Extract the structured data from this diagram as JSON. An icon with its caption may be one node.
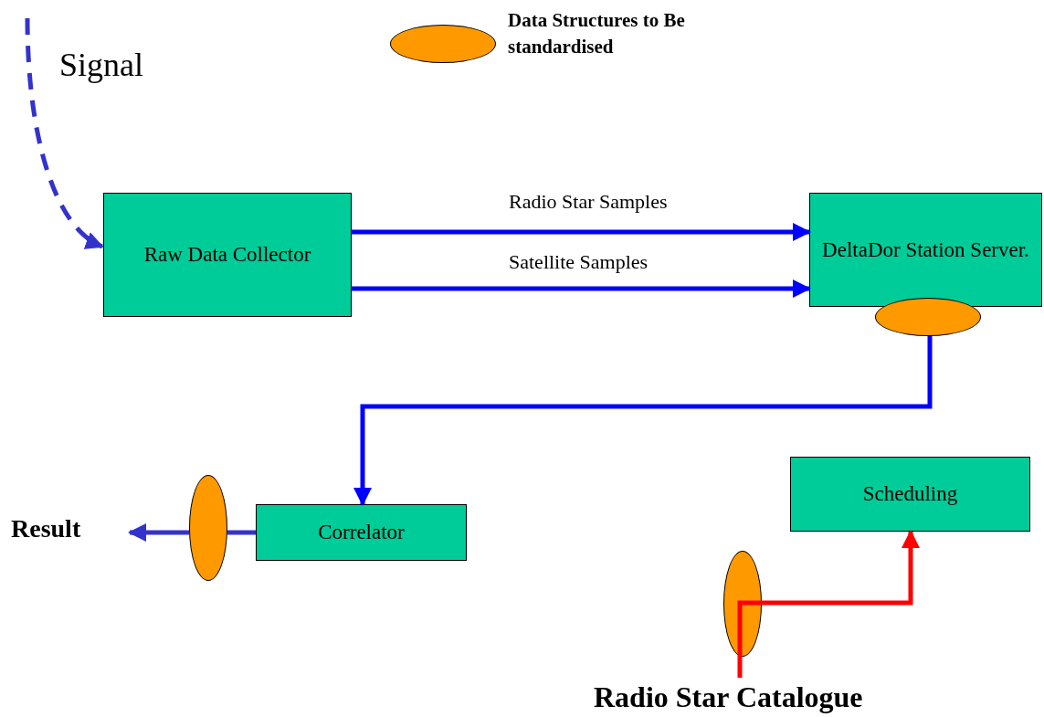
{
  "diagram": {
    "nodes": [
      {
        "text": [
          "Raw Data Collector"
        ]
      },
      {
        "text": [
          "DeltaDor Station Server."
        ]
      },
      {
        "text": [],
        "shape": "ellipse"
      },
      {
        "text": [
          "Correlator"
        ]
      },
      {
        "text": [],
        "shape": "ellipse"
      },
      {
        "text": [
          "Result"
        ]
      },
      {
        "text": [
          "Scheduling"
        ]
      },
      {
        "text": [],
        "shape": "ellipse"
      },
      {
        "text": [
          "Radio Star Catalogue"
        ]
      }
    ],
    "edges": [
      {
        "from": null,
        "to": 0,
        "arrow": "to",
        "style": "dashed",
        "color": "#3333cc"
      },
      {
        "from": 0,
        "to": 1,
        "arrow": "to",
        "label": "Radio Star Samples"
      },
      {
        "from": 0,
        "to": 1,
        "arrow": "to",
        "label": "Satellite Samples"
      },
      {
        "from": 2,
        "to": 3,
        "arrow": "to"
      },
      {
        "from": 3,
        "to": 4,
        "arrow": "none",
        "color": "#3333cc"
      },
      {
        "from": 4,
        "to": 5,
        "arrow": "to",
        "color": "#3333cc"
      },
      {
        "from": 8,
        "to": 7,
        "arrow": "none",
        "color": "#ff0000"
      },
      {
        "from": 7,
        "to": 6,
        "arrow": "to",
        "color": "#ff0000"
      }
    ],
    "labels": [
      "Signal"
    ],
    "legend": [
      {
        "text": "Data Structures to Be standardised",
        "color": "#ff9900"
      }
    ]
  }
}
